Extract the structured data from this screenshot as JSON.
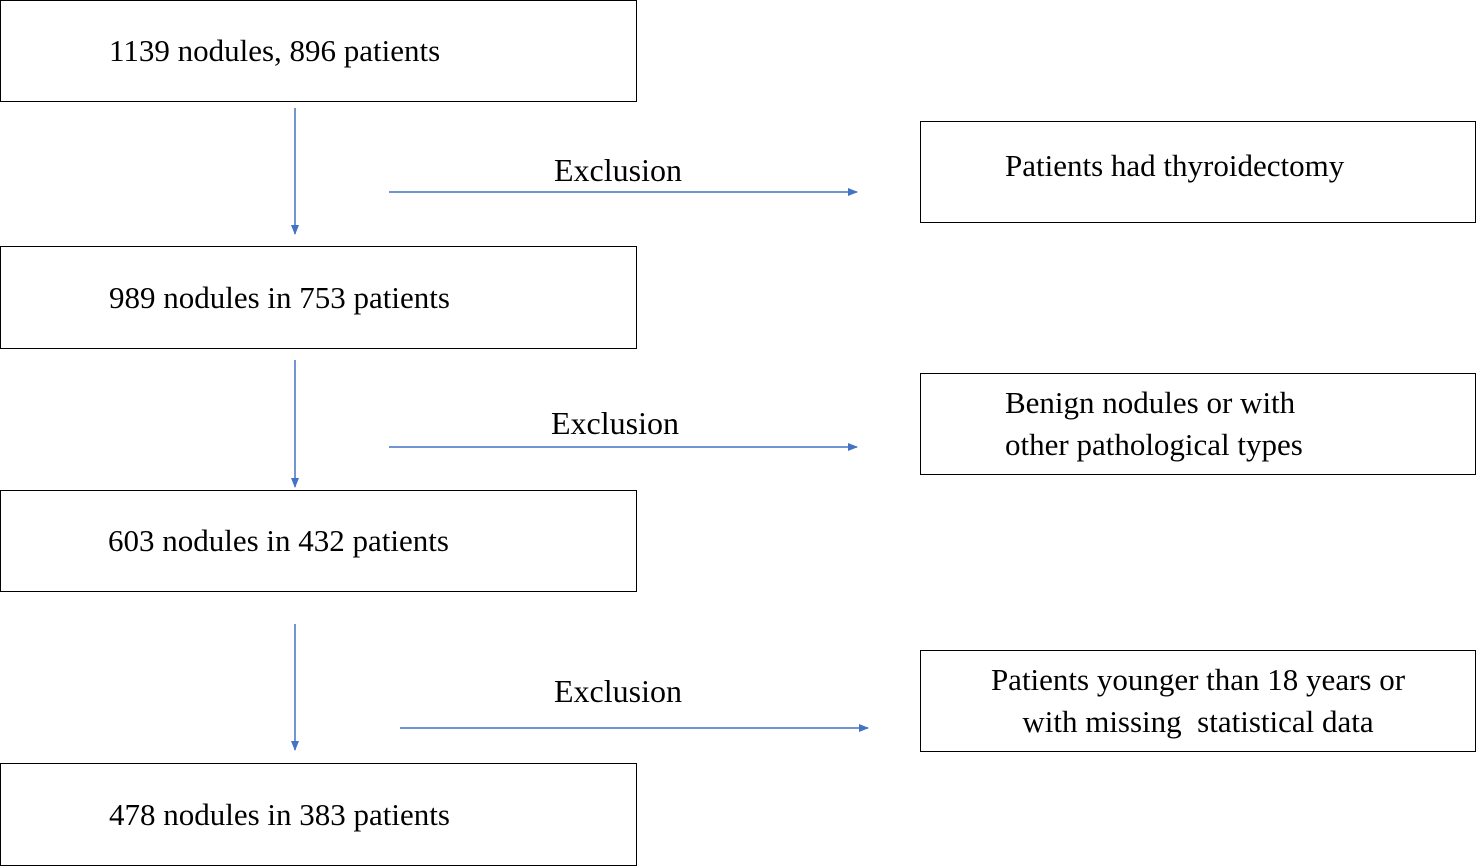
{
  "flow_boxes": [
    {
      "id": "step-1",
      "text": "1139 nodules, 896 patients"
    },
    {
      "id": "step-2",
      "text": "989 nodules in 753 patients"
    },
    {
      "id": "step-3",
      "text": "603 nodules in 432 patients"
    },
    {
      "id": "step-4",
      "text": "478 nodules in 383 patients"
    }
  ],
  "exclusions": [
    {
      "label": "Exclusion",
      "lines": [
        "Patients had thyroidectomy"
      ]
    },
    {
      "label": "Exclusion",
      "lines": [
        "Benign nodules or with",
        "other pathological types"
      ]
    },
    {
      "label": "Exclusion",
      "lines": [
        "Patients younger than 18 years or",
        "with missing  statistical data"
      ]
    }
  ],
  "colors": {
    "arrow": "#4472c4",
    "border": "#000000",
    "text": "#000000"
  }
}
